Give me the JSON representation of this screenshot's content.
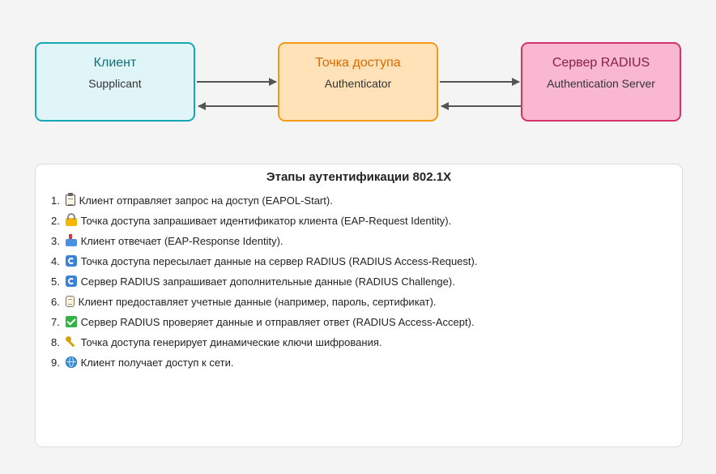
{
  "diagram": {
    "nodes": [
      {
        "id": "client",
        "title": "Клиент",
        "subtitle": "Supplicant",
        "color": "#17a8b6",
        "fill": "#dff5f8"
      },
      {
        "id": "ap",
        "title": "Точка доступа",
        "subtitle": "Authenticator",
        "color": "#f39b17",
        "fill": "#ffe2b8"
      },
      {
        "id": "radius",
        "title": "Сервер RADIUS",
        "subtitle": "Authentication Server",
        "color": "#d2336b",
        "fill": "#f9b8cf"
      }
    ],
    "edges": [
      {
        "from": "client",
        "to": "ap"
      },
      {
        "from": "ap",
        "to": "client"
      },
      {
        "from": "ap",
        "to": "radius"
      },
      {
        "from": "radius",
        "to": "ap"
      }
    ],
    "arrow_color": "#555555"
  },
  "steps_panel": {
    "title": "Этапы аутентификации 802.1X",
    "steps": [
      {
        "num": "1.",
        "icon": "clipboard-icon",
        "text": "Клиент отправляет запрос на доступ (EAPOL-Start)."
      },
      {
        "num": "2.",
        "icon": "lock-icon",
        "text": "Точка доступа запрашивает идентификатор клиента (EAP-Request Identity)."
      },
      {
        "num": "3.",
        "icon": "inbox-tray-icon",
        "text": "Клиент отвечает (EAP-Response Identity)."
      },
      {
        "num": "4.",
        "icon": "cycle-arrows-icon",
        "text": "Точка доступа пересылает данные на сервер RADIUS (RADIUS Access-Request)."
      },
      {
        "num": "5.",
        "icon": "cycle-arrows-icon",
        "text": "Сервер RADIUS запрашивает дополнительные данные (RADIUS Challenge)."
      },
      {
        "num": "6.",
        "icon": "scroll-icon",
        "text": "Клиент предоставляет учетные данные (например, пароль, сертификат)."
      },
      {
        "num": "7.",
        "icon": "check-mark-icon",
        "text": "Сервер RADIUS проверяет данные и отправляет ответ (RADIUS Access-Accept)."
      },
      {
        "num": "8.",
        "icon": "key-icon",
        "text": "Точка доступа генерирует динамические ключи шифрования."
      },
      {
        "num": "9.",
        "icon": "globe-icon",
        "text": "Клиент получает доступ к сети."
      }
    ]
  }
}
